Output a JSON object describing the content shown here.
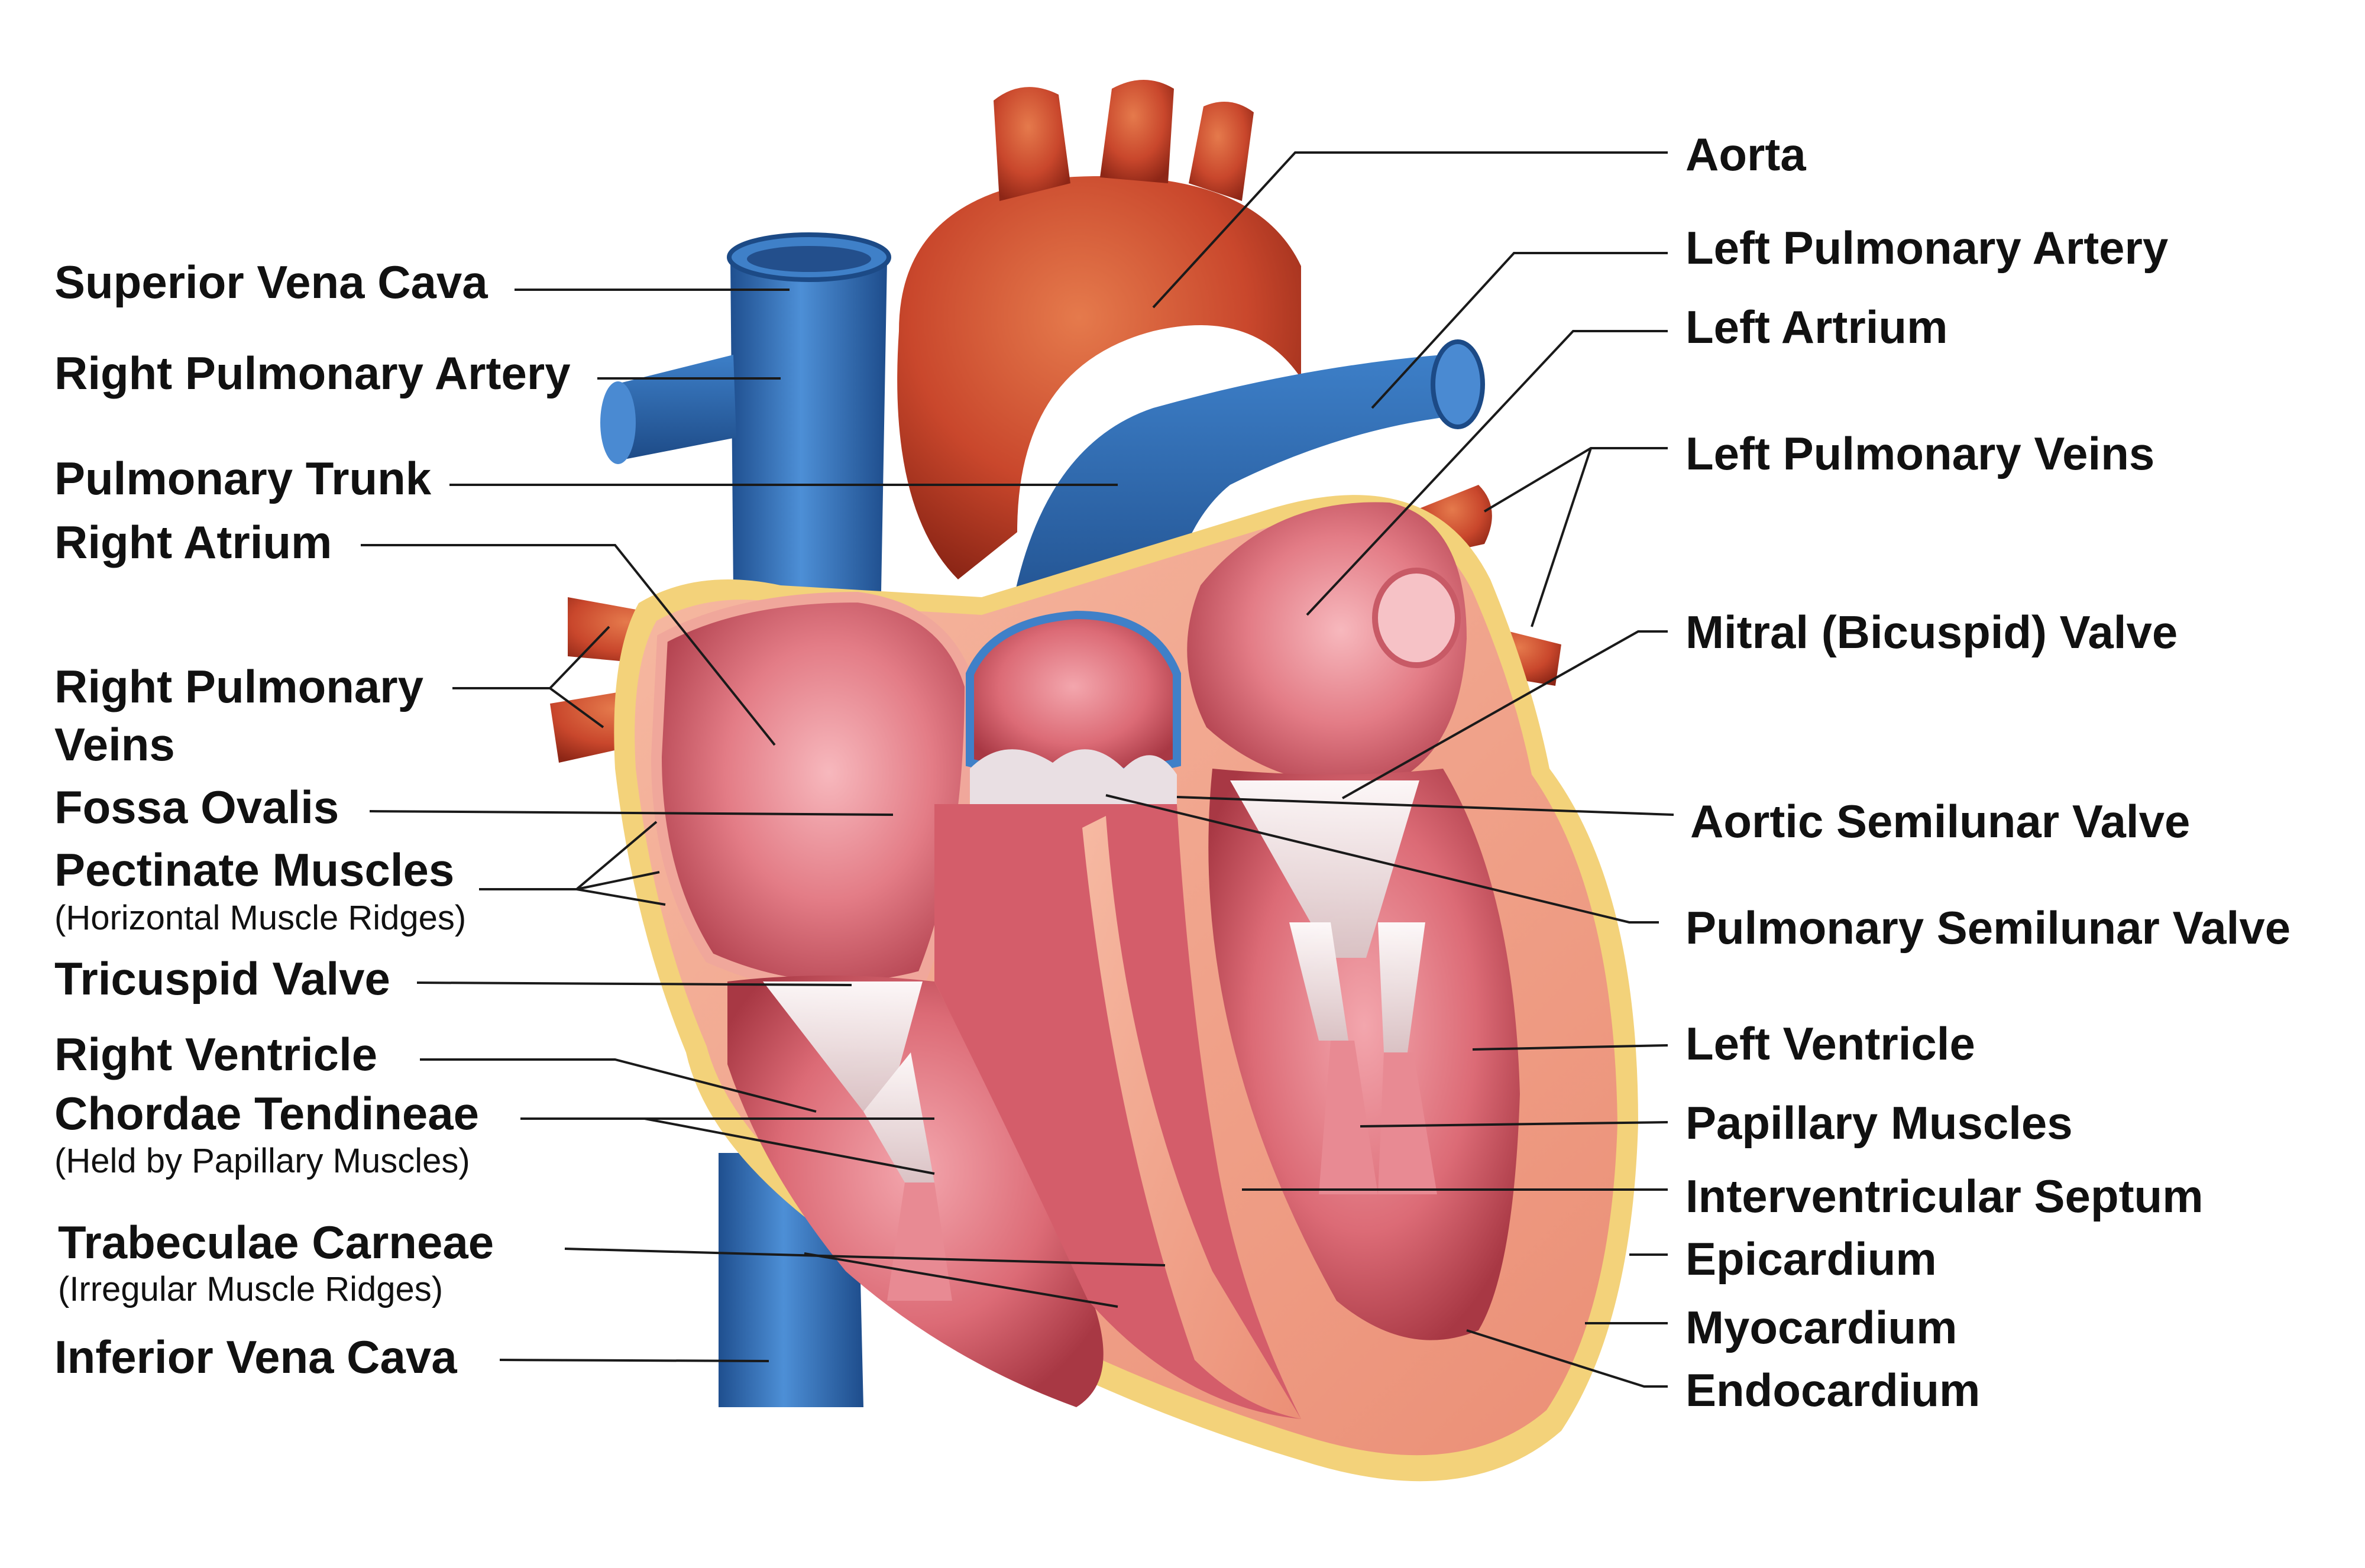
{
  "labels": {
    "left": {
      "superior_vena_cava": "Superior Vena Cava",
      "right_pulmonary_artery": "Right Pulmonary Artery",
      "pulmonary_trunk": "Pulmonary Trunk",
      "right_atrium": "Right Atrium",
      "right_pulmonary_veins_1": "Right Pulmonary",
      "right_pulmonary_veins_2": "Veins",
      "fossa_ovalis": "Fossa Ovalis",
      "pectinate_muscles": "Pectinate Muscles",
      "pectinate_muscles_note": "(Horizontal Muscle Ridges)",
      "tricuspid_valve": "Tricuspid Valve",
      "right_ventricle": "Right Ventricle",
      "chordae_tendineae": "Chordae Tendineae",
      "chordae_tendineae_note": "(Held by Papillary Muscles)",
      "trabeculae_carneae": "Trabeculae Carneae",
      "trabeculae_carneae_note": "(Irregular Muscle Ridges)",
      "inferior_vena_cava": "Inferior Vena Cava"
    },
    "right": {
      "aorta": "Aorta",
      "left_pulmonary_artery": "Left Pulmonary Artery",
      "left_atrium": "Left Artrium",
      "left_pulmonary_veins": "Left Pulmonary Veins",
      "mitral_valve": "Mitral (Bicuspid) Valve",
      "aortic_semilunar_valve": "Aortic Semilunar Valve",
      "pulmonary_semilunar_valve": "Pulmonary Semilunar Valve",
      "left_ventricle": "Left Ventricle",
      "papillary_muscles": "Papillary Muscles",
      "interventricular_septum": "Interventricular Septum",
      "epicardium": "Epicardium",
      "myocardium": "Myocardium",
      "endocardium": "Endocardium"
    }
  },
  "colors": {
    "vein_blue": "#2f6fb5",
    "artery_red": "#c8462e",
    "chamber_pink": "#e07a82",
    "myocardium_peach": "#f2a48c",
    "epicardium_yellow": "#f3d27a",
    "leader_line": "#1a1a1a"
  }
}
